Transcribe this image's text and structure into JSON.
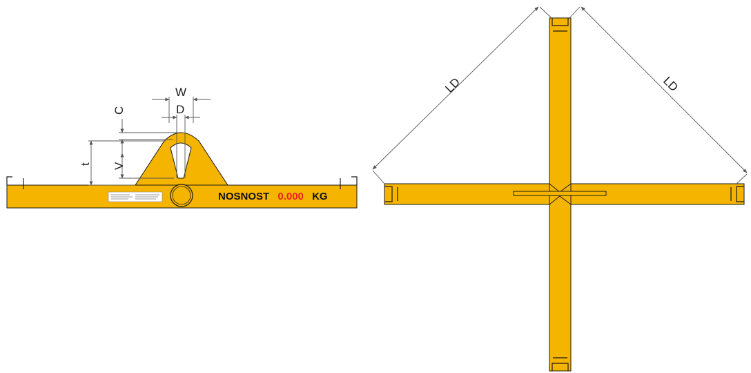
{
  "colors": {
    "beam_fill": "#F5B400",
    "outline": "#1a1a1a",
    "dimension_line": "#555555",
    "capacity_label": "#111111",
    "capacity_value": "#E8201A",
    "background": "#ffffff"
  },
  "side_view": {
    "capacity_word": "NOSNOST",
    "capacity_value": "0.000",
    "capacity_unit": "KG",
    "dimensions": {
      "w": "W",
      "d": "D",
      "c": "C",
      "v": "V",
      "t": "t"
    }
  },
  "top_view": {
    "dimensions": {
      "ld_left": "LD",
      "ld_right": "LD"
    }
  }
}
